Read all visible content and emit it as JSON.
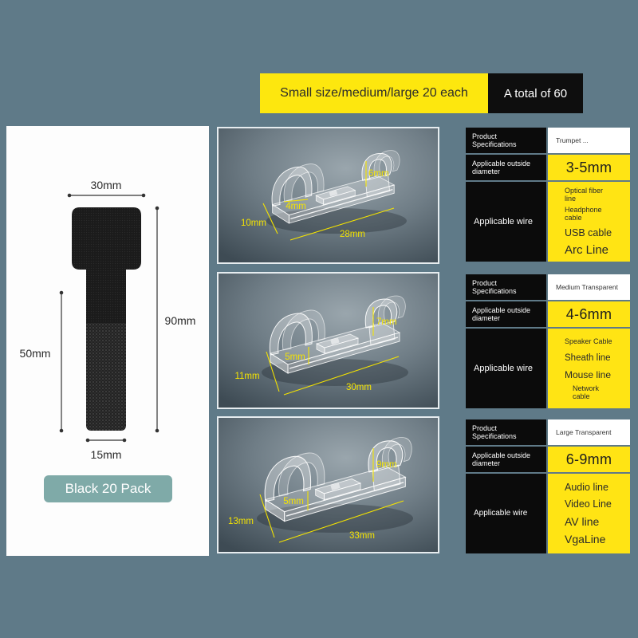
{
  "colors": {
    "background": "#5f7a88",
    "banner_yellow": "#fde70e",
    "table_yellow": "#ffe414",
    "dimension_yellow": "#f4e300",
    "badge_teal": "#7faaa8",
    "strap_black": "#1d1d1d"
  },
  "banner": {
    "sizes": "Small size/medium/large 20 each",
    "total": "A total of 60"
  },
  "strap": {
    "width_top": "30mm",
    "total_length": "90mm",
    "hook_length": "50mm",
    "width_bottom": "15mm",
    "pack_badge": "Black 20 Pack"
  },
  "clips": [
    {
      "width": "10mm",
      "slot": "4mm",
      "hook": "6mm",
      "length": "28mm"
    },
    {
      "width": "11mm",
      "slot": "5mm",
      "hook": "7mm",
      "length": "30mm"
    },
    {
      "width": "13mm",
      "slot": "5mm",
      "hook": "9mm",
      "length": "33mm"
    }
  ],
  "specs": [
    {
      "spec_label": "Product Specifications",
      "spec_value": "Trumpet ...",
      "diameter_label": "Applicable outside diameter",
      "diameter_value": "3-5mm",
      "wire_label": "Applicable wire",
      "wires": [
        "Optical fiber line",
        "Headphone cable",
        "USB cable",
        "Arc Line"
      ]
    },
    {
      "spec_label": "Product Specifications",
      "spec_value": "Medium Transparent",
      "diameter_label": "Applicable outside diameter",
      "diameter_value": "4-6mm",
      "wire_label": "Applicable wire",
      "wires": [
        "Speaker Cable",
        "Sheath line",
        "Mouse line",
        "Network cable"
      ]
    },
    {
      "spec_label": "Product Specifications",
      "spec_value": "Large Transparent",
      "diameter_label": "Applicable outside diameter",
      "diameter_value": "6-9mm",
      "wire_label": "Applicable wire",
      "wires": [
        "Audio line",
        "Video Line",
        "AV line",
        "VgaLine"
      ]
    }
  ]
}
